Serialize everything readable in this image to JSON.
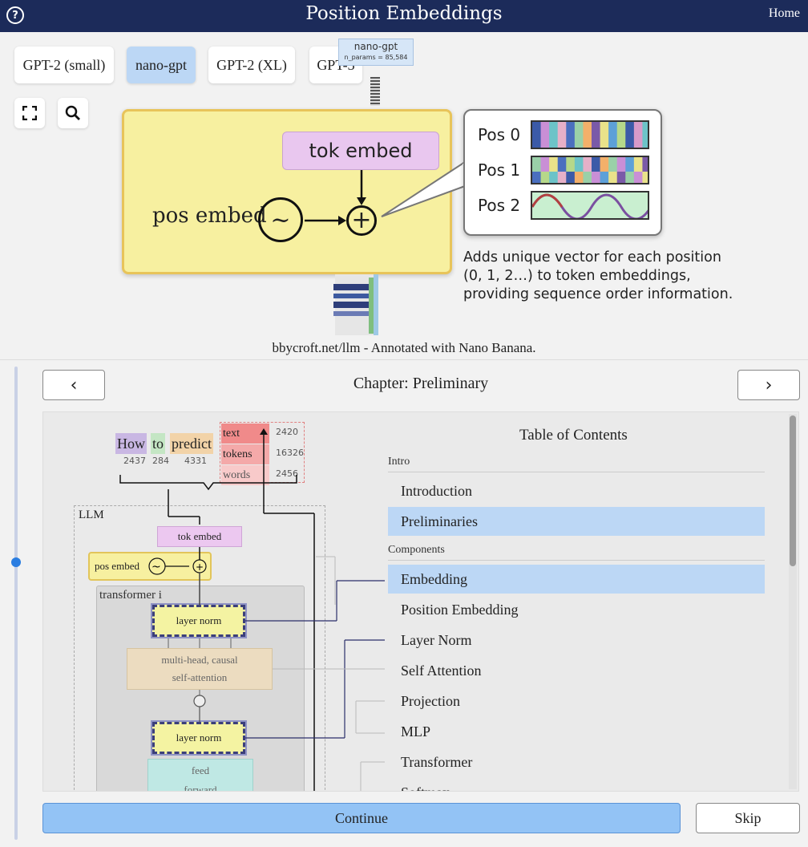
{
  "header": {
    "help_icon": "?",
    "title": "Position Embeddings",
    "home_label": "Home"
  },
  "models": {
    "items": [
      {
        "label": "GPT-2 (small)",
        "active": false
      },
      {
        "label": "nano-gpt",
        "active": true
      },
      {
        "label": "GPT-2 (XL)",
        "active": false
      },
      {
        "label": "GPT-3",
        "active": false
      }
    ]
  },
  "tools": {
    "fullscreen_icon": "fullscreen-icon",
    "search_icon": "search-icon"
  },
  "viewer": {
    "nano_label": "nano-gpt",
    "nano_sub": "n_params = 85,584",
    "tok_embed": "tok embed",
    "pos_embed": "pos embed",
    "wave_symbol": "~",
    "plus_symbol": "+",
    "callout": {
      "rows": [
        "Pos 0",
        "Pos 1",
        "Pos 2"
      ]
    },
    "description": [
      "Adds unique vector for each position",
      "(0, 1, 2…) to token embeddings,",
      "providing sequence order information."
    ],
    "attribution": "bbycroft.net/llm - Annotated with Nano Banana."
  },
  "panel": {
    "prev_icon": "‹",
    "next_icon": "›",
    "chapter": "Chapter: Preliminary",
    "diagram": {
      "words": [
        {
          "text": "How",
          "id": "2437"
        },
        {
          "text": "to",
          "id": "284"
        },
        {
          "text": "predict",
          "id": "4331"
        }
      ],
      "outputs": [
        {
          "text": "text",
          "num": "2420"
        },
        {
          "text": "tokens",
          "num": "16326"
        },
        {
          "text": "words",
          "num": "2456"
        }
      ],
      "llm_label": "LLM",
      "tok_embed": "tok embed",
      "pos_embed": "pos embed",
      "transformer_label": "transformer i",
      "layer_norm_1": "layer norm",
      "attention_line1": "multi-head, causal",
      "attention_line2": "self-attention",
      "layer_norm_2": "layer norm",
      "feed_line1": "feed",
      "feed_line2": "forward"
    },
    "toc": {
      "title": "Table of Contents",
      "sections": [
        {
          "name": "Intro",
          "items": [
            {
              "label": "Introduction",
              "active": false
            },
            {
              "label": "Preliminaries",
              "active": true
            }
          ]
        },
        {
          "name": "Components",
          "items": [
            {
              "label": "Embedding",
              "active": true
            },
            {
              "label": "Position Embedding",
              "active": false
            },
            {
              "label": "Layer Norm",
              "active": false
            },
            {
              "label": "Self Attention",
              "active": false
            },
            {
              "label": "Projection",
              "active": false
            },
            {
              "label": "MLP",
              "active": false
            },
            {
              "label": "Transformer",
              "active": false
            },
            {
              "label": "Softmax",
              "active": false
            }
          ]
        }
      ]
    },
    "continue_label": "Continue",
    "skip_label": "Skip"
  },
  "colors": {
    "header_bg": "#1c2b5a",
    "active_bg": "#bcd7f5",
    "continue_bg": "#93c3f5",
    "slider_thumb": "#2a7de1"
  }
}
